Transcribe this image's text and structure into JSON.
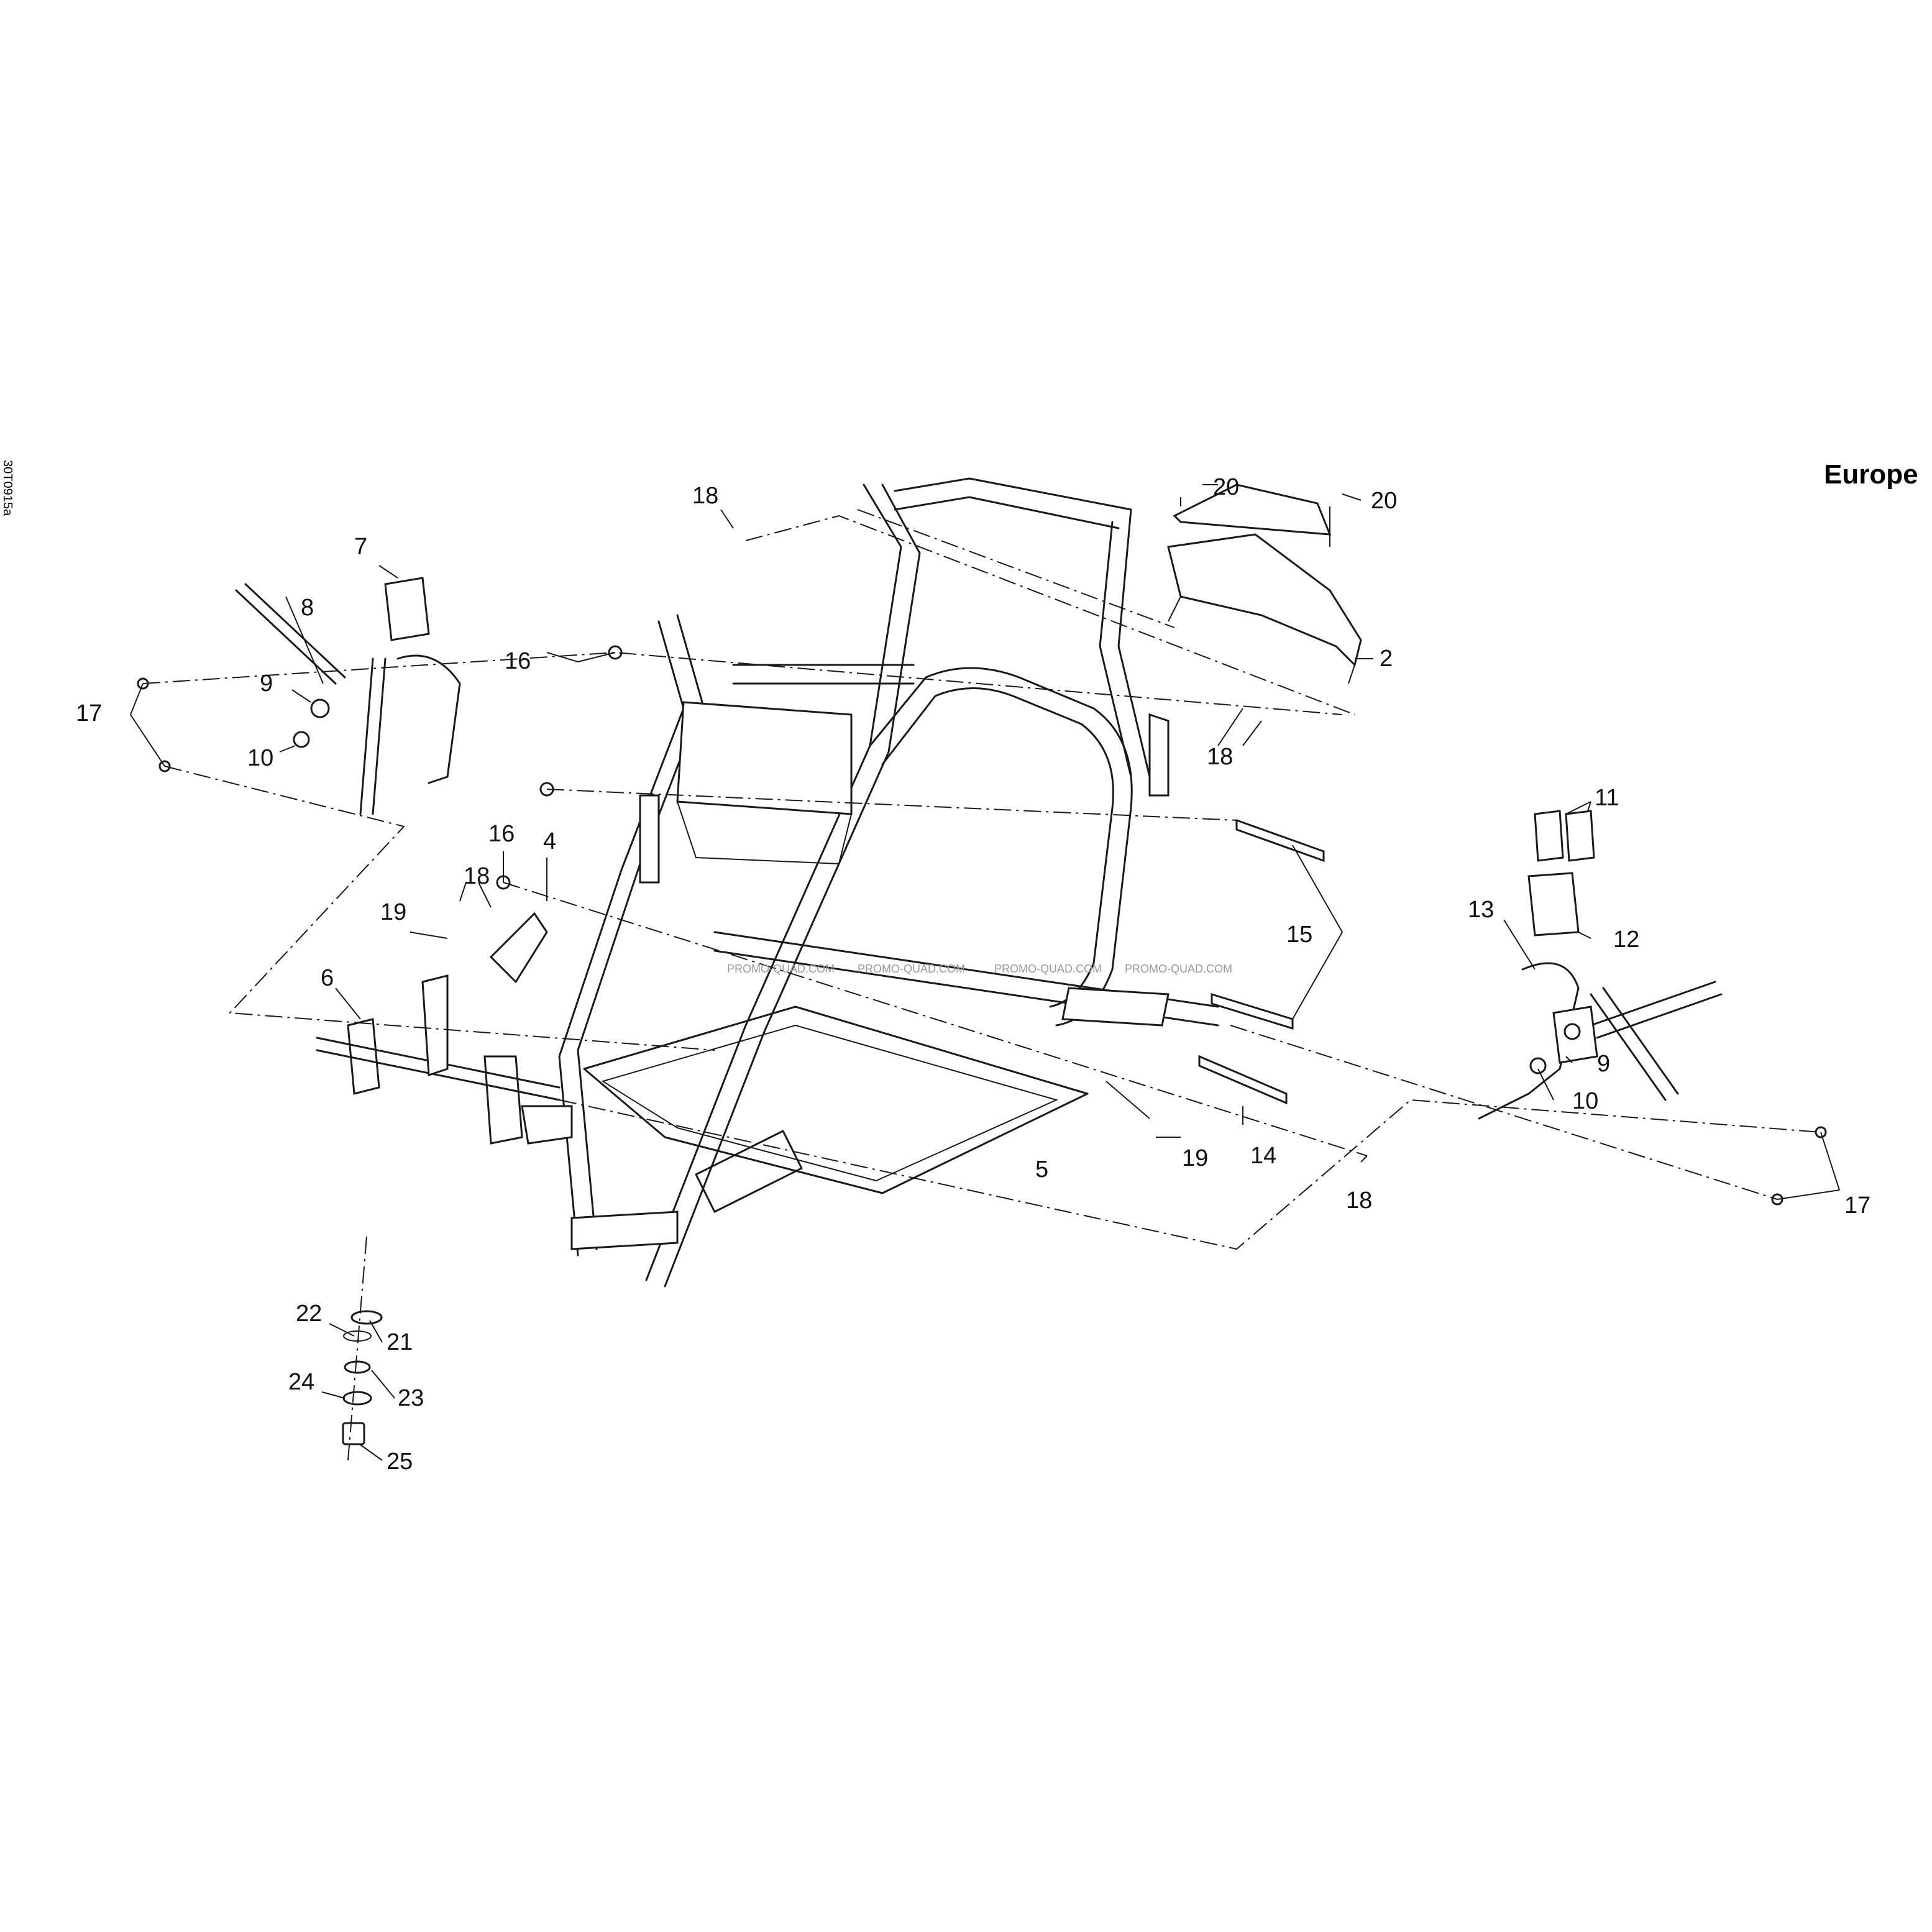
{
  "drawing_code": "30T0915a",
  "region_label": "Europe",
  "watermark": "PROMO-QUAD.COM",
  "callouts": {
    "c2": "2",
    "c4": "4",
    "c5": "5",
    "c6": "6",
    "c7": "7",
    "c8": "8",
    "c9a": "9",
    "c9b": "9",
    "c10a": "10",
    "c10b": "10",
    "c11": "11",
    "c12": "12",
    "c13": "13",
    "c14": "14",
    "c15": "15",
    "c16a": "16",
    "c16b": "16",
    "c17a": "17",
    "c17b": "17",
    "c18a": "18",
    "c18b": "18",
    "c18c": "18",
    "c18d": "18",
    "c19a": "19",
    "c19b": "19",
    "c20a": "20",
    "c20b": "20",
    "c21": "21",
    "c22": "22",
    "c23": "23",
    "c24": "24",
    "c25": "25"
  }
}
